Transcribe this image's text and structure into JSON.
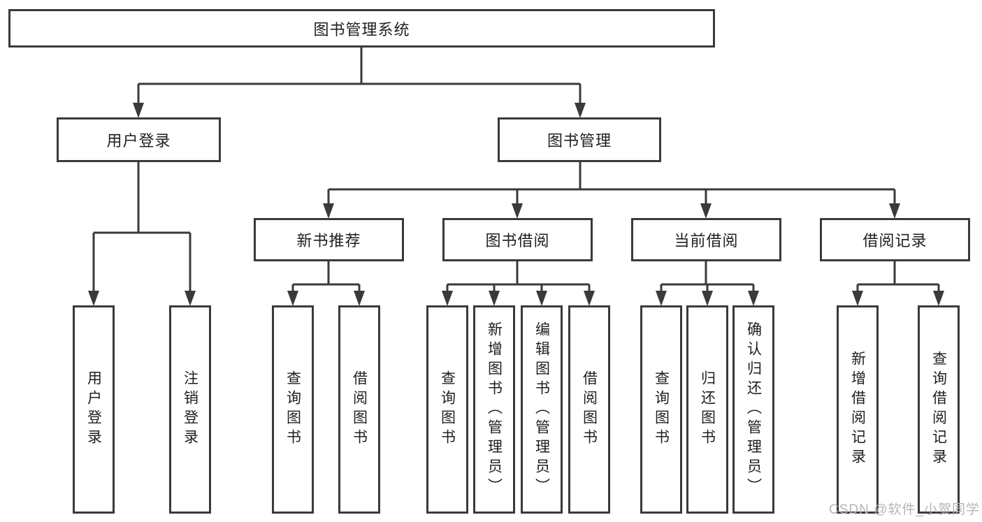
{
  "tree": {
    "label": "图书管理系统",
    "children": [
      {
        "label": "用户登录",
        "children": [
          {
            "label": "用户登录"
          },
          {
            "label": "注销登录"
          }
        ]
      },
      {
        "label": "图书管理",
        "children": [
          {
            "label": "新书推荐",
            "children": [
              {
                "label": "查询图书"
              },
              {
                "label": "借阅图书"
              }
            ]
          },
          {
            "label": "图书借阅",
            "children": [
              {
                "label": "查询图书"
              },
              {
                "label": "新增图书（管理员）"
              },
              {
                "label": "编辑图书（管理员）"
              },
              {
                "label": "借阅图书"
              }
            ]
          },
          {
            "label": "当前借阅",
            "children": [
              {
                "label": "查询图书"
              },
              {
                "label": "归还图书"
              },
              {
                "label": "确认归还（管理员）"
              }
            ]
          },
          {
            "label": "借阅记录",
            "children": [
              {
                "label": "新增借阅记录"
              },
              {
                "label": "查询借阅记录"
              }
            ]
          }
        ]
      }
    ]
  },
  "watermark": "CSDN @软件_小贺同学",
  "colors": {
    "line": "#3a3a3a",
    "text": "#1f1f1f",
    "watermark": "#b5b5b5",
    "background": "#ffffff"
  }
}
